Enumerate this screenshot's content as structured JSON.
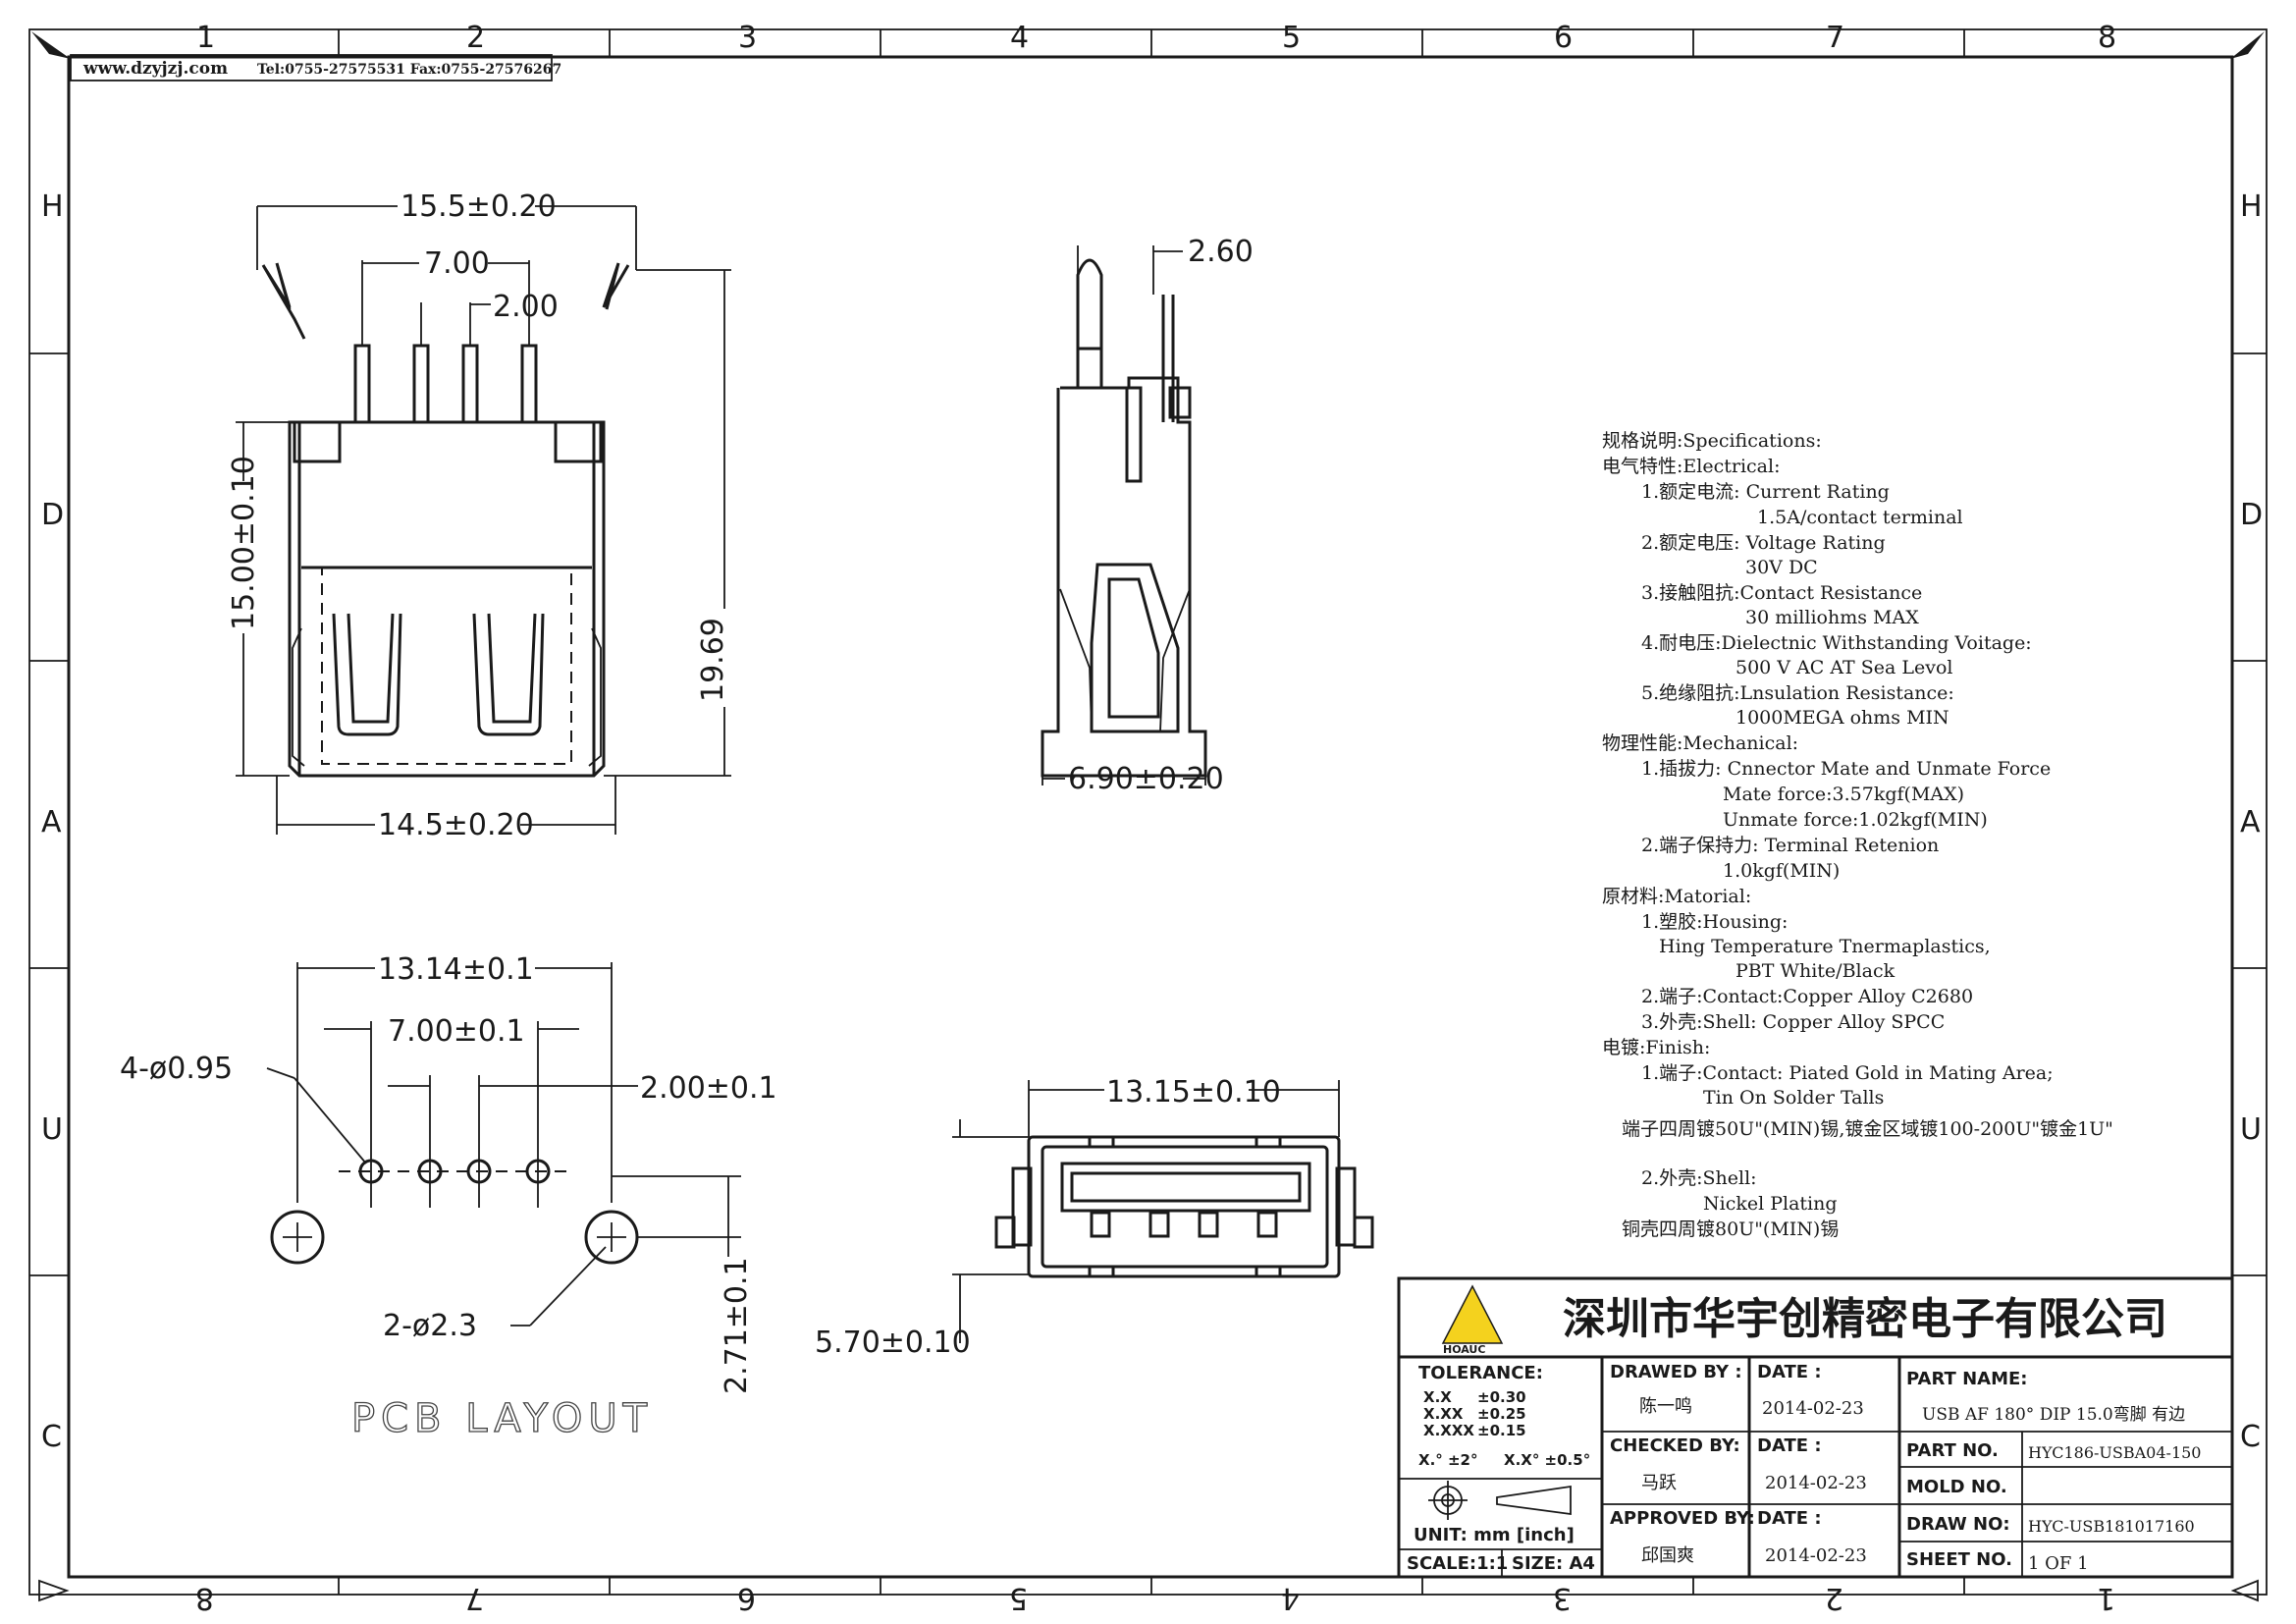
{
  "header": {
    "website": "www.dzyjzj.com",
    "contact": "Tel:0755-27575531 Fax:0755-27576267"
  },
  "grid": {
    "top": [
      "1",
      "2",
      "3",
      "4",
      "5",
      "6",
      "7",
      "8"
    ],
    "bottom": [
      "8",
      "7",
      "6",
      "5",
      "4",
      "3",
      "2",
      "1"
    ],
    "left": [
      "H",
      "D",
      "A",
      "U",
      "C"
    ],
    "right": [
      "H",
      "D",
      "A",
      "U",
      "C"
    ]
  },
  "front_view": {
    "overall_width": "15.5±0.20",
    "pin_span": "7.00",
    "pin_pitch": "2.00",
    "body_height": "15.00±0.10",
    "total_height": "19.69",
    "base_width": "14.5±0.20"
  },
  "side_view": {
    "pin_width": "2.60",
    "depth": "6.90±0.20"
  },
  "pcb_layout": {
    "outer_span": "13.14±0.1",
    "inner_span": "7.00±0.1",
    "pitch": "2.00±0.1",
    "small_holes": "4-ø0.95",
    "large_holes": "2-ø2.3",
    "offset": "2.71±0.1",
    "label": "PCB LAYOUT"
  },
  "end_view": {
    "width": "13.15±0.10",
    "height": "5.70±0.10"
  },
  "specifications": [
    "规格说明:Specifications:",
    "电气特性:Electrical:",
    "1.额定电流: Current Rating",
    "1.5A/contact terminal",
    "2.额定电压: Voltage Rating",
    "30V DC",
    "3.接触阻抗:Contact Resistance",
    "30 milliohms MAX",
    "4.耐电压:Dielectnic Withstanding Voitage:",
    "500 V AC AT Sea Levol",
    "5.绝缘阻抗:Lnsulation Resistance:",
    "1000MEGA ohms MIN",
    "物理性能:Mechanical:",
    "1.插拔力: Cnnector Mate and Unmate Force",
    "Mate force:3.57kgf(MAX)",
    "Unmate force:1.02kgf(MIN)",
    "2.端子保持力: Terminal Retenion",
    "1.0kgf(MIN)",
    "原材料:Matorial:",
    "1.塑胶:Housing:",
    "Hing Temperature  Tnermaplastics,",
    "PBT White/Black",
    "2.端子:Contact:Copper Alloy C2680",
    "3.外壳:Shell: Copper Alloy SPCC",
    "电镀:Finish:",
    "1.端子:Contact: Piated Gold in Mating Area;",
    "Tin On Solder Talls",
    "端子四周镀50U\"(MIN)锡,镀金区域镀100-200U\"镀金1U\"",
    "2.外壳:Shell:",
    "Nickel Plating",
    "铜壳四周镀80U\"(MIN)锡"
  ],
  "title_block": {
    "company": "深圳市华宇创精密电子有限公司",
    "logo_text": "HOAUC",
    "tolerance_label": "TOLERANCE:",
    "tol_x": "X.X",
    "tol_x_val": "±0.30",
    "tol_xx": "X.XX",
    "tol_xx_val": "±0.25",
    "tol_xxx": "X.XXX",
    "tol_xxx_val": "±0.15",
    "tol_ang1": "X.° ±2°",
    "tol_ang2": "X.X° ±0.5°",
    "unit": "UNIT:  mm  [inch]",
    "scale": "SCALE:1:1",
    "size": "SIZE: A4",
    "drawn_by_label": "DRAWED BY :",
    "drawn_by": "陈一鸣",
    "checked_by_label": "CHECKED BY:",
    "checked_by": "马跃",
    "approved_by_label": "APPROVED BY:",
    "approved_by": "邱国爽",
    "date_label": "DATE :",
    "date1": "2014-02-23",
    "date2": "2014-02-23",
    "date3": "2014-02-23",
    "part_name_label": "PART NAME:",
    "part_name": "USB AF 180° DIP 15.0弯脚 有边",
    "part_no_label": "PART NO.",
    "part_no": "HYC186-USBA04-150",
    "mold_no_label": "MOLD NO.",
    "mold_no": "",
    "draw_no_label": "DRAW NO:",
    "draw_no": "HYC-USB181017160",
    "sheet_no_label": "SHEET NO.",
    "sheet_no": "1 OF 1"
  }
}
